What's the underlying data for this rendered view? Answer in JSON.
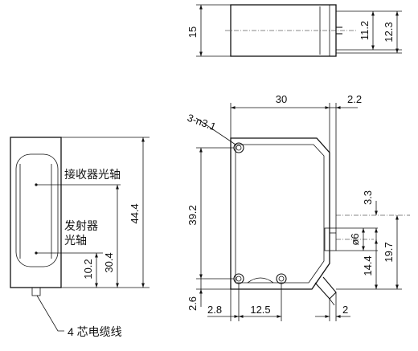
{
  "top_view": {
    "dims": {
      "height": "15",
      "inner_a": "11.2",
      "inner_b": "12.3"
    }
  },
  "side_view": {
    "labels": {
      "receiver": "接收器光轴",
      "emitter_line1": "发射器",
      "emitter_line2": "光轴",
      "cable": "4 芯电缆线"
    },
    "dims": {
      "height": "44.4",
      "emitter_axis": "30.4",
      "bottom_offset": "10.2"
    }
  },
  "front_view": {
    "dims": {
      "holes": "3-n3.1",
      "width": "30",
      "right_offset": "2.2",
      "hole_pitch_v": "39.2",
      "bottom_margin": "2.6",
      "left_margin": "2.8",
      "hole_pitch_h": "12.5",
      "bottom_right": "2",
      "top_gap": "3.3",
      "diameter": "ø6",
      "axis_height": "14.4",
      "total_right": "19.7"
    }
  }
}
